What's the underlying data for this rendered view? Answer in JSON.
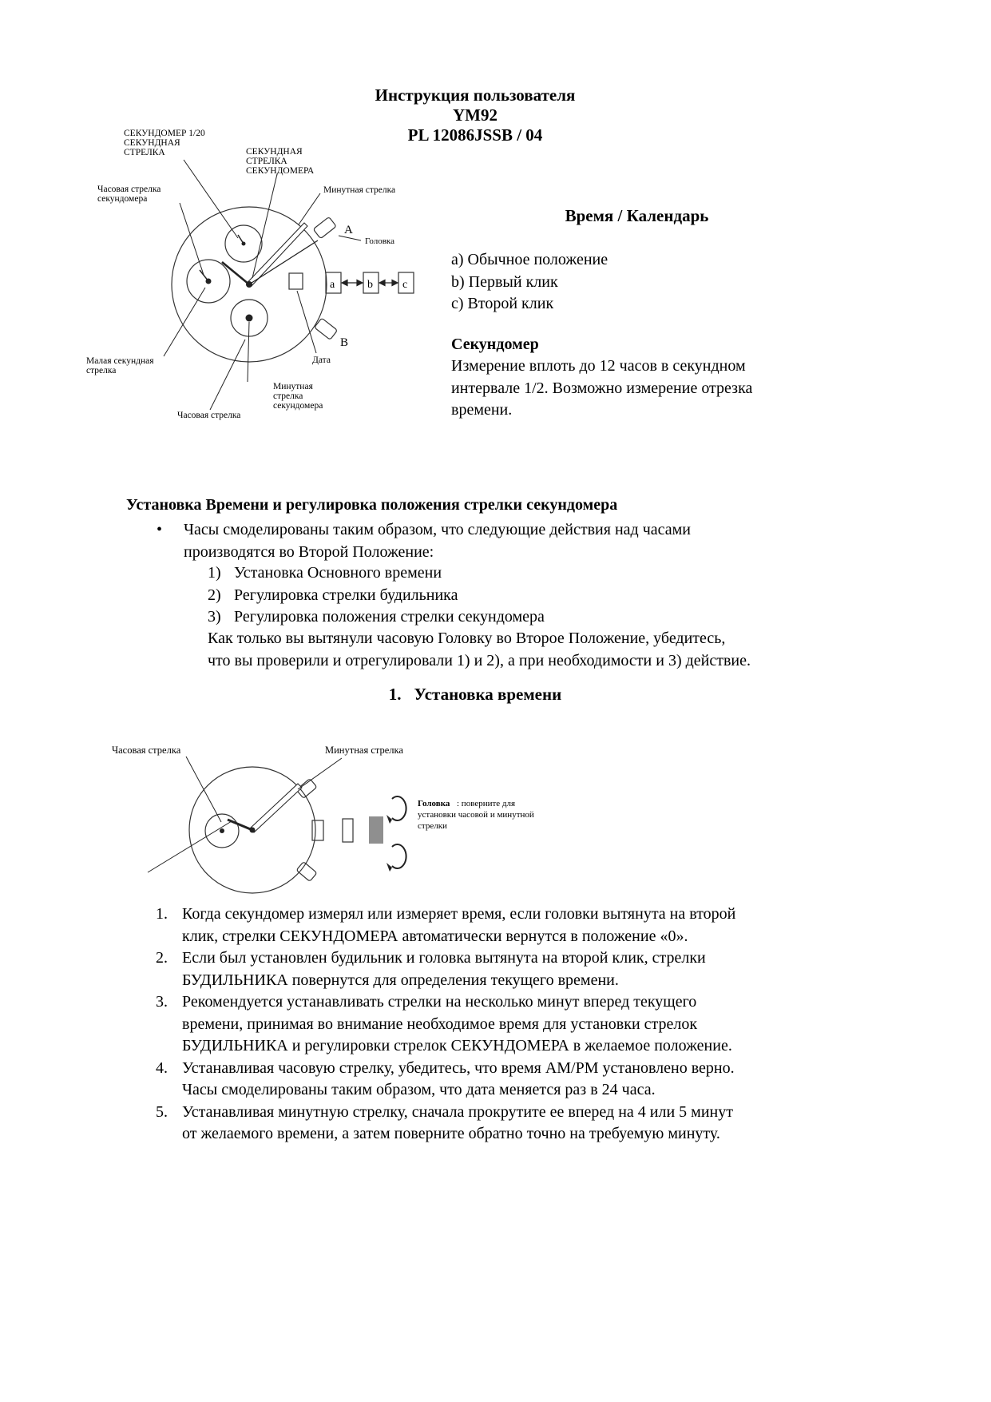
{
  "header": {
    "line1": "Инструкция пользователя",
    "line2": "YM92",
    "line3": "PL 12086JSSB / 04"
  },
  "time_calendar": {
    "heading": "Время / Календарь",
    "positions": [
      "a) Обычное положение",
      "b) Первый клик",
      "c) Второй клик"
    ],
    "stopwatch_heading": "Секундомер",
    "stopwatch_lines": [
      "Измерение вплоть до 12 часов в секундном",
      "интервале 1/2. Возможно измерение отрезка",
      "времени."
    ]
  },
  "diagram1": {
    "labels": {
      "chrono_120_seconds": [
        "СЕКУНДОМЕР 1/20",
        "СЕКУНДНАЯ",
        "СТРЕЛКА"
      ],
      "chrono_second_hand": [
        "СЕКУНДНАЯ",
        "СТРЕЛКА",
        "СЕКУНДОМЕРА"
      ],
      "chrono_hour_hand": [
        "Часовая стрелка",
        "секундомера"
      ],
      "minute_hand": "Минутная стрелка",
      "crown": "Головка",
      "button_a": "A",
      "button_b": "B",
      "pos_a": "a",
      "pos_b": "b",
      "pos_c": "c",
      "small_second_hand": [
        "Малая секундная",
        "стрелка"
      ],
      "date": "Дата",
      "chrono_minute_hand": [
        "Минутная",
        "стрелка",
        "секундомера"
      ],
      "hour_hand": "Часовая стрелка"
    }
  },
  "setting_section": {
    "heading": "Установка Времени и регулировка положения стрелки секундомера",
    "bullet_char": "•",
    "bullet_lines": [
      "Часы смоделированы таким образом, что следующие действия над часами",
      "производятся во Второй Положение:"
    ],
    "items": [
      {
        "num": "1)",
        "text": "Установка Основного времени"
      },
      {
        "num": "2)",
        "text": "Регулировка стрелки будильника"
      },
      {
        "num": "3)",
        "text": "Регулировка положения стрелки секундомера"
      }
    ],
    "note_lines": [
      "Как только вы вытянули часовую Головку во Второе Положение, убедитесь,",
      "что вы проверили и отрегулировали 1) и 2), а при необходимости и 3) действие."
    ]
  },
  "time_setting": {
    "num": "1.",
    "label": "Установка времени"
  },
  "diagram2": {
    "labels": {
      "hour_hand": "Часовая  стрелка",
      "minute_hand": "Минутная стрелка",
      "crown_bold": "Головка",
      "crown_line1_rest": ": поверните для",
      "crown_line2": "установки часовой и минутной",
      "crown_line3": "стрелки"
    }
  },
  "steps": [
    {
      "num": "1.",
      "lines": [
        "Когда секундомер измерял или измеряет время, если головки вытянута на второй",
        "клик, стрелки СЕКУНДОМЕРА автоматически вернутся в положение «0»."
      ]
    },
    {
      "num": "2.",
      "lines": [
        "Если был установлен будильник и головка вытянута на второй клик, стрелки",
        "БУДИЛЬНИКА повернутся для определения текущего времени."
      ]
    },
    {
      "num": "3.",
      "lines": [
        "Рекомендуется устанавливать стрелки на несколько минут вперед текущего",
        "времени, принимая во внимание необходимое время для установки стрелок",
        "БУДИЛЬНИКА и регулировки стрелок СЕКУНДОМЕРА в желаемое положение."
      ]
    },
    {
      "num": "4.",
      "lines": [
        "Устанавливая часовую стрелку, убедитесь, что время AM/PM установлено верно.",
        "Часы смоделированы таким образом, что дата меняется раз в 24 часа."
      ]
    },
    {
      "num": "5.",
      "lines": [
        "Устанавливая минутную стрелку, сначала прокрутите ее вперед на 4 или 5 минут",
        "от желаемого времени, а затем поверните обратно точно на требуемую минуту."
      ]
    }
  ]
}
